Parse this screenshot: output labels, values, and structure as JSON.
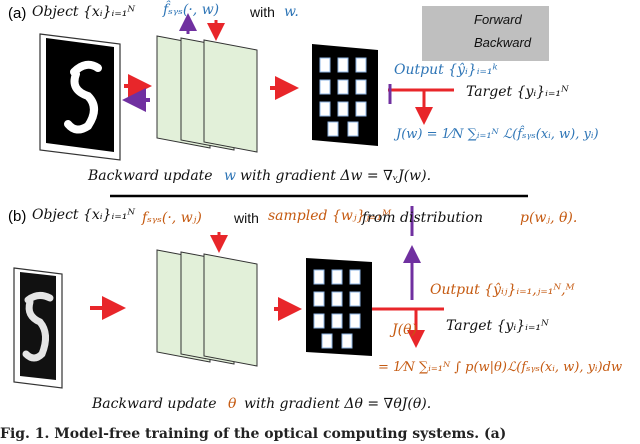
{
  "panel_a": {
    "label": "(a)",
    "object": "Object {xᵢ}ᵢ₌₁ᴺ",
    "fsys": "f̂ₛᵧₛ(·, w)",
    "with_text": "with",
    "w_text": "w.",
    "output": "Output {ŷᵢ}ᵢ₌₁ᵏ",
    "target": "Target {yᵢ}ᵢ₌₁ᴺ",
    "loss": "J(w) = 1⁄N ∑ᵢ₌₁ᴺ ℒ(f̂ₛᵧₛ(xᵢ, w), yᵢ)",
    "update_prefix": "Backward update",
    "update_var": "w",
    "update_suffix": "with gradient Δw = ∇ᵥJ(w)."
  },
  "legend": {
    "forward": "Forward",
    "backward": "Backward"
  },
  "panel_b": {
    "label": "(b)",
    "object": "Object {xᵢ}ᵢ₌₁ᴺ",
    "fsys": "fₛᵧₛ(·, wⱼ)",
    "with_text": "with",
    "sampled": "sampled {wⱼ}ⱼ₌₁ᴹ",
    "from_text": "from distribution",
    "dist": "p(wⱼ, θ).",
    "output": "Output {ŷᵢⱼ}ᵢ₌₁,ⱼ₌₁ᴺ,ᴹ",
    "target": "Target {yᵢ}ᵢ₌₁ᴺ",
    "j_theta": "J(θ)",
    "loss": "= 1⁄N ∑ᵢ₌₁ᴺ ∫ p(w|θ)ℒ(fₛᵧₛ(xᵢ, w), yᵢ)dw",
    "update_prefix": "Backward update",
    "update_var": "θ",
    "update_suffix": "with gradient Δθ = ∇θJ(θ)."
  },
  "caption": "Fig. 1. Model-free training of the optical computing systems. (a)",
  "colors": {
    "forward": "#e8262a",
    "backward": "#7030a0",
    "blue": "#2e75b6",
    "orange": "#c55a11",
    "layer_fill": "#e2f0d9",
    "layer_stroke": "#333333",
    "legend_bg": "#bfbfbf"
  }
}
